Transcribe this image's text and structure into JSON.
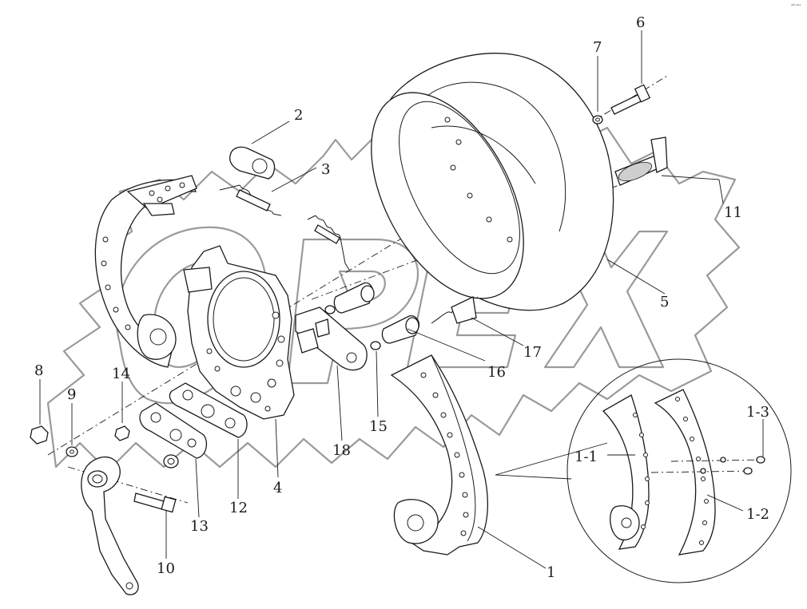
{
  "diagram": {
    "corner_mark": "ᵃᴹ ᵈᵉᵃ",
    "watermark_text": "OPEX",
    "callouts": [
      {
        "id": "c1",
        "text": "1"
      },
      {
        "id": "c1_1",
        "text": "1-1"
      },
      {
        "id": "c1_2",
        "text": "1-2"
      },
      {
        "id": "c1_3",
        "text": "1-3"
      },
      {
        "id": "c2",
        "text": "2"
      },
      {
        "id": "c3",
        "text": "3"
      },
      {
        "id": "c4",
        "text": "4"
      },
      {
        "id": "c5",
        "text": "5"
      },
      {
        "id": "c6",
        "text": "6"
      },
      {
        "id": "c7",
        "text": "7"
      },
      {
        "id": "c8",
        "text": "8"
      },
      {
        "id": "c9",
        "text": "9"
      },
      {
        "id": "c10",
        "text": "10"
      },
      {
        "id": "c11",
        "text": "11"
      },
      {
        "id": "c12",
        "text": "12"
      },
      {
        "id": "c13",
        "text": "13"
      },
      {
        "id": "c14",
        "text": "14"
      },
      {
        "id": "c15",
        "text": "15"
      },
      {
        "id": "c16",
        "text": "16"
      },
      {
        "id": "c17",
        "text": "17"
      },
      {
        "id": "c18",
        "text": "18"
      }
    ]
  }
}
